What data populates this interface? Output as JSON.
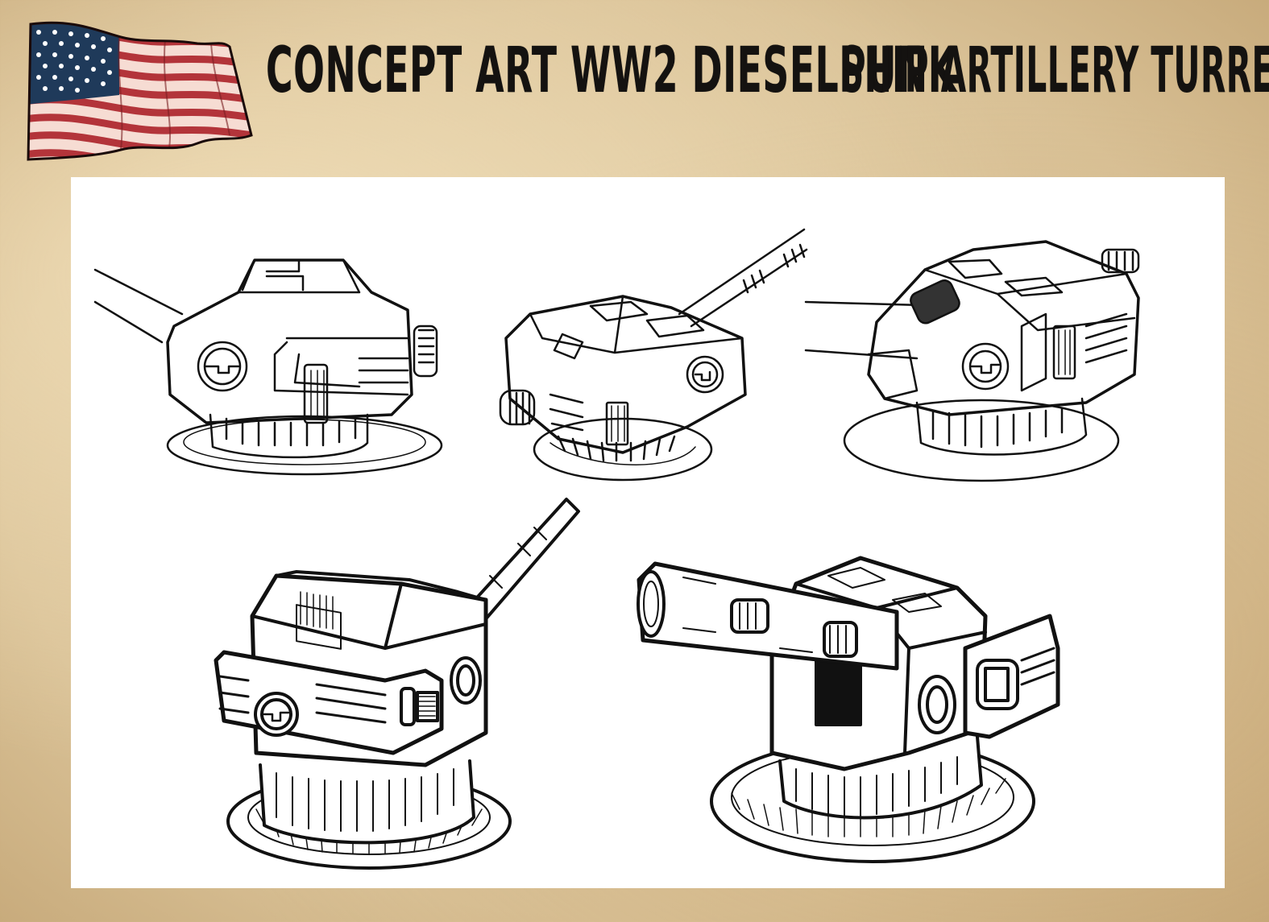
{
  "header": {
    "title_left": "CONCEPT ART WW2 DIESELPUNK",
    "title_right": "SHIP ARTILLERY TURRETS",
    "flag_icon": "us-flag-icon"
  },
  "panel": {
    "background": "#ffffff",
    "sketches": [
      {
        "id": "turret-1",
        "position": "top-left",
        "style": "pencil"
      },
      {
        "id": "turret-2",
        "position": "top-center",
        "style": "pencil"
      },
      {
        "id": "turret-3",
        "position": "top-right",
        "style": "pencil"
      },
      {
        "id": "turret-4",
        "position": "bottom-left",
        "style": "inked"
      },
      {
        "id": "turret-5",
        "position": "bottom-right",
        "style": "inked"
      }
    ]
  },
  "colors": {
    "parchment": "#d9c196",
    "ink": "#141210",
    "flag_blue": "#1f3a5a",
    "flag_red": "#b3343a",
    "flag_white": "#f6dcd3"
  }
}
